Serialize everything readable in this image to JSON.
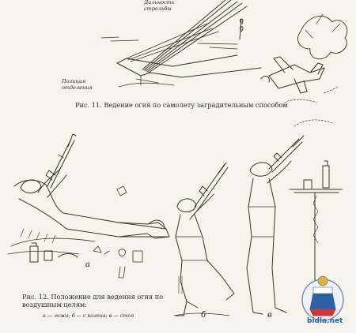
{
  "labels": {
    "range_line1": "Дальность",
    "range_line2": "стрельбы",
    "position_line1": "Позиция",
    "position_line2": "отделения"
  },
  "captions": {
    "fig11": "Рис. 11. Ведение огня по самолету заградительным способом",
    "fig12": "Рис. 12. Положение для ведения огня по воздушным целям:",
    "fig12_sub": "а — лежа; б — с колена; в — стоя"
  },
  "figure_letters": {
    "a": "а",
    "b": "б",
    "v": "в"
  },
  "watermark": {
    "text": "bidla.net",
    "color": "#1f5fa8"
  },
  "icons": [
    "aircraft-icon",
    "rifle-icon",
    "soldier-icon",
    "emblem-icon"
  ]
}
